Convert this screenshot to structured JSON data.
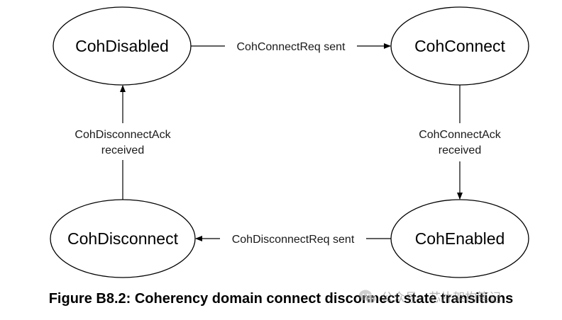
{
  "diagram": {
    "states": {
      "coh_disabled": "CohDisabled",
      "coh_connect": "CohConnect",
      "coh_enabled": "CohEnabled",
      "coh_disconnect": "CohDisconnect"
    },
    "transitions": {
      "connect_req": "CohConnectReq sent",
      "connect_ack_line1": "CohConnectAck",
      "connect_ack_line2": "received",
      "disconnect_req": "CohDisconnectReq sent",
      "disconnect_ack_line1": "CohDisconnectAck",
      "disconnect_ack_line2": "received"
    }
  },
  "caption": "Figure B8.2: Coherency domain connect disconnect state transitions",
  "watermark": {
    "text": "公众号 · 芯片架构笔记",
    "icon": "wechat-icon"
  }
}
